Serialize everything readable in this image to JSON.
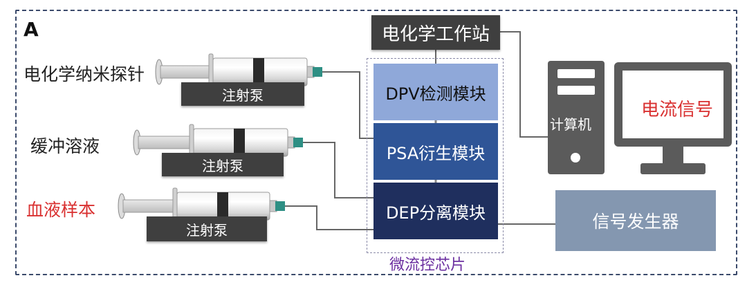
{
  "panel": {
    "letter": "A"
  },
  "inputs": [
    {
      "label": "电化学纳米探针",
      "pump_label": "注射泵",
      "label_color": "#222222"
    },
    {
      "label": "缓冲溶液",
      "pump_label": "注射泵",
      "label_color": "#222222"
    },
    {
      "label": "血液样本",
      "pump_label": "注射泵",
      "label_color": "#d93030"
    }
  ],
  "workstation": {
    "label": "电化学工作站"
  },
  "chip": {
    "label": "微流控芯片",
    "modules": [
      {
        "label": "DPV检测模块",
        "color": "#8fa8d9"
      },
      {
        "label": "PSA衍生模块",
        "color": "#2f5597"
      },
      {
        "label": "DEP分离模块",
        "color": "#1f2f5e"
      }
    ]
  },
  "computer": {
    "tower_label": "计算机",
    "screen_label": "电流信号"
  },
  "signal_generator": {
    "label": "信号发生器",
    "color": "#8497b0"
  }
}
